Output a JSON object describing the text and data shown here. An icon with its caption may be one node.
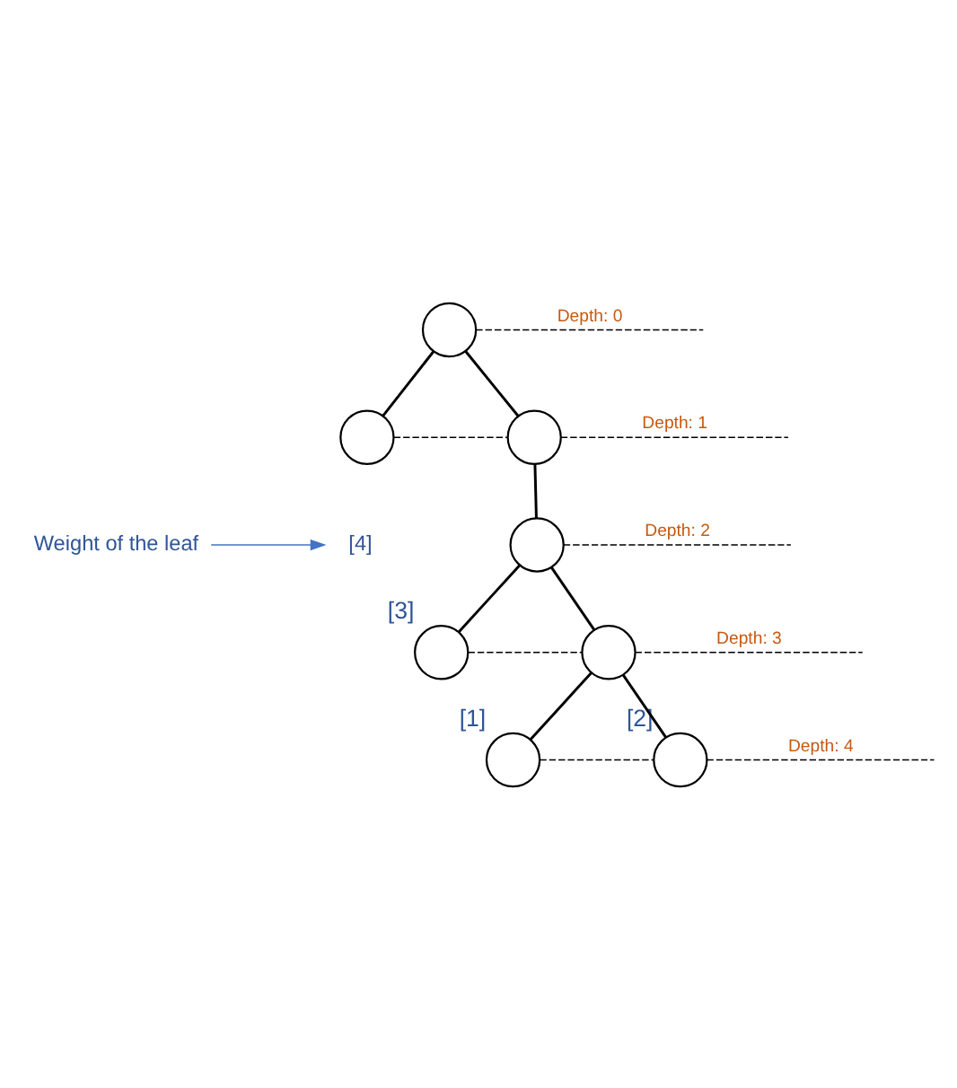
{
  "diagram": {
    "nodes": [
      {
        "text": [],
        "shape": "circle"
      },
      {
        "text": [],
        "shape": "circle"
      },
      {
        "text": [],
        "shape": "circle"
      },
      {
        "text": [],
        "shape": "circle"
      },
      {
        "text": [],
        "shape": "circle",
        "beside": [
          "[3]"
        ]
      },
      {
        "text": [],
        "shape": "circle"
      },
      {
        "text": [],
        "shape": "circle",
        "beside": [
          "[1]"
        ]
      },
      {
        "text": [],
        "shape": "circle",
        "beside": [
          "[2]"
        ]
      },
      {
        "text": [
          "[4]"
        ]
      },
      {
        "text": [
          "Weight of the leaf"
        ]
      }
    ],
    "edges": [
      {
        "from": 0,
        "to": 1,
        "arrow": "none"
      },
      {
        "from": 0,
        "to": 2,
        "arrow": "none"
      },
      {
        "from": 1,
        "to": 2,
        "arrow": "none",
        "style": "dashed"
      },
      {
        "from": 0,
        "to": null,
        "arrow": "none",
        "style": "dashed",
        "label": "Depth: 0"
      },
      {
        "from": 2,
        "to": null,
        "arrow": "none",
        "style": "dashed",
        "label": "Depth: 1"
      },
      {
        "from": 2,
        "to": 3,
        "arrow": "none"
      },
      {
        "from": 3,
        "to": null,
        "arrow": "none",
        "style": "dashed",
        "label": "Depth: 2"
      },
      {
        "from": 3,
        "to": 4,
        "arrow": "none"
      },
      {
        "from": 3,
        "to": 5,
        "arrow": "none"
      },
      {
        "from": 4,
        "to": 5,
        "arrow": "none",
        "style": "dashed"
      },
      {
        "from": 5,
        "to": null,
        "arrow": "none",
        "style": "dashed",
        "label": "Depth: 3"
      },
      {
        "from": 5,
        "to": 6,
        "arrow": "none"
      },
      {
        "from": 5,
        "to": 7,
        "arrow": "none"
      },
      {
        "from": 6,
        "to": 7,
        "arrow": "none",
        "style": "dashed"
      },
      {
        "from": 7,
        "to": null,
        "arrow": "none",
        "style": "dashed",
        "label": "Depth: 4"
      },
      {
        "from": 9,
        "to": 8,
        "arrow": "to",
        "color": "#4472c4"
      }
    ]
  }
}
